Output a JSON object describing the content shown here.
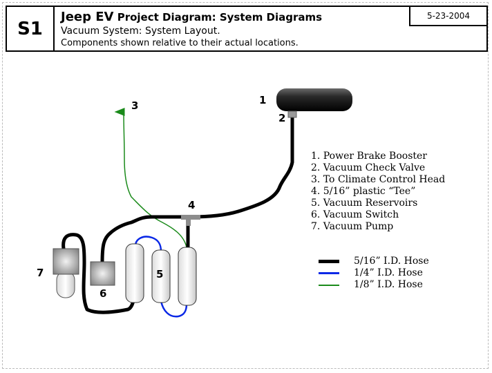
{
  "header": {
    "sheet_id": "S1",
    "title_strong": "Jeep EV",
    "title_rest": " Project Diagram: System Diagrams",
    "subtitle": "Vacuum System: System Layout.",
    "note": "Components shown relative to their actual locations.",
    "date": "5-23-2004"
  },
  "callouts": {
    "c1": "1",
    "c2": "2",
    "c3": "3",
    "c4": "4",
    "c5": "5",
    "c6": "6",
    "c7": "7"
  },
  "components": [
    "1. Power Brake Booster",
    "2. Vacuum Check Valve",
    "3. To Climate Control Head",
    "4. 5/16” plastic “Tee”",
    "5. Vacuum Reservoirs",
    "6. Vacuum Switch",
    "7. Vacuum Pump"
  ],
  "hose_legend": [
    {
      "label": "5/16” I.D. Hose",
      "color": "#000000"
    },
    {
      "label": "1/4” I.D. Hose",
      "color": "#0a28e6"
    },
    {
      "label": "1/8” I.D. Hose",
      "color": "#1a8a1a"
    }
  ],
  "colors": {
    "hose_large": "#000000",
    "hose_medium": "#0a28e6",
    "hose_small": "#1a8a1a",
    "component_gray": "#8c8c8c"
  }
}
